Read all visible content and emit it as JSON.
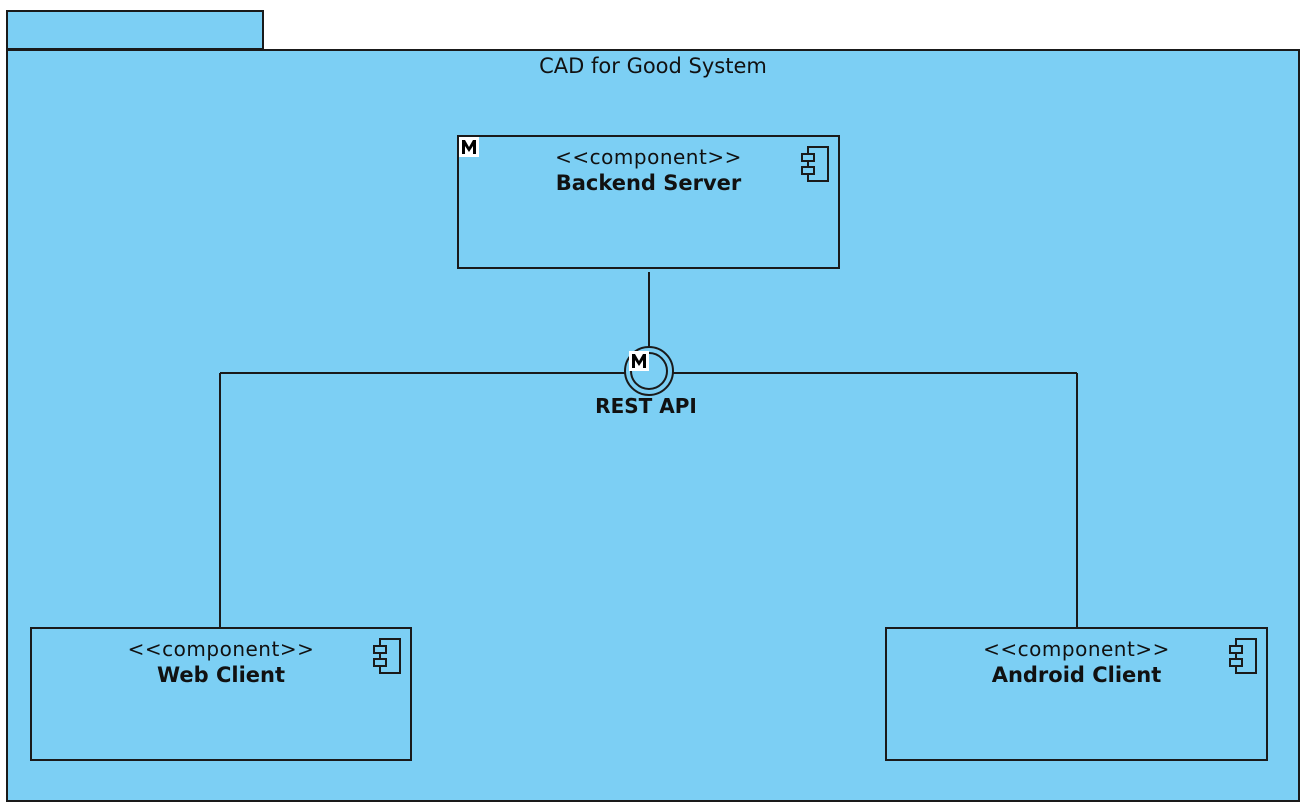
{
  "package": {
    "title": "CAD for Good System"
  },
  "components": {
    "backend": {
      "stereotype": "<<component>>",
      "name": "Backend Server",
      "icon": "component-icon",
      "badge": "M"
    },
    "web": {
      "stereotype": "<<component>>",
      "name": "Web Client",
      "icon": "component-icon"
    },
    "android": {
      "stereotype": "<<component>>",
      "name": "Android Client",
      "icon": "component-icon"
    }
  },
  "interface": {
    "name": "REST API",
    "badge": "M"
  },
  "colors": {
    "fill": "#7ccff4",
    "stroke": "#1a1a1a"
  }
}
